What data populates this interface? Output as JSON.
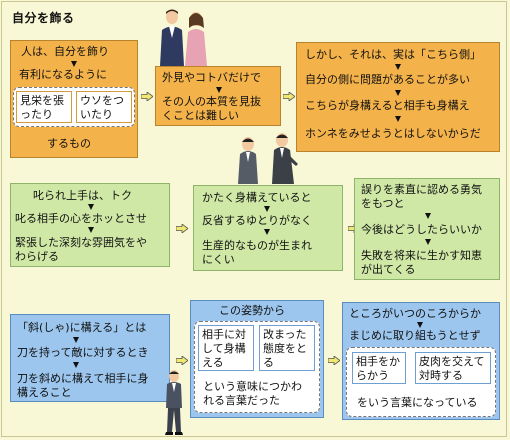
{
  "title": "自分を飾る",
  "row1": {
    "box1": {
      "line1": "人は、自分を飾り",
      "line2": "有利になるように",
      "left_a": "見栄を張",
      "left_b": "ったり",
      "right_a": "ウソをつ",
      "right_b": "いたり",
      "bottom": "するもの"
    },
    "box2": {
      "line1": "外見やコトバだけで",
      "line2a": "その人の本質を見抜",
      "line2b": "くことは難しい"
    },
    "box3": {
      "line1": "しかし、それは、実は「こちら側」",
      "line2": "自分の側に問題があることが多い",
      "line3": "こちらが身構えると相手も身構え",
      "line4": "ホンネをみせようとはしないからだ"
    }
  },
  "row2": {
    "box1": {
      "line1": "叱られ上手は、トク",
      "line2": "叱る相手の心をホッとさせ",
      "line3a": "緊張した深刻な雰囲気をや",
      "line3b": "わらげる"
    },
    "box2": {
      "line1": "かたく身構えていると",
      "line2": "反省するゆとりがなく",
      "line3a": "生産的なものが生まれ",
      "line3b": "にくい"
    },
    "box3": {
      "line1a": "誤りを素直に認める勇気",
      "line1b": "をもつと",
      "line2": "今後はどうしたらいいか",
      "line3a": "失敗を将来に生かす知恵",
      "line3b": "が出てくる"
    }
  },
  "row3": {
    "box1": {
      "line1": "「斜(しゃ)に構える」とは",
      "line2": "刀を持って敵に対するとき",
      "line3a": "刀を斜めに構えて相手に身",
      "line3b": "構えること"
    },
    "box2": {
      "header": "この姿勢から",
      "left_a": "相手に対",
      "left_b": "して身構",
      "left_c": "える",
      "right_a": "改まった",
      "right_b": "態度をと",
      "right_c": "る",
      "bottom_a": "という意味につかわ",
      "bottom_b": "れる言葉だった"
    },
    "box3": {
      "line1": "ところがいつのころからか",
      "line2": "まじめに取り組もうとせず",
      "left_a": "相手をか",
      "left_b": "らかう",
      "right_a": "皮肉を交えて",
      "right_b": "対時する",
      "bottom": "をいう言葉になっている"
    }
  },
  "colors": {
    "orange": "#f4b24a",
    "green": "#cfe8a6",
    "blue": "#9cc6ee",
    "background": "#f9f8d6",
    "arrow": "#f0e870"
  },
  "icons": [
    "people-illustration",
    "businessmen-illustration",
    "man-figure-illustration"
  ]
}
